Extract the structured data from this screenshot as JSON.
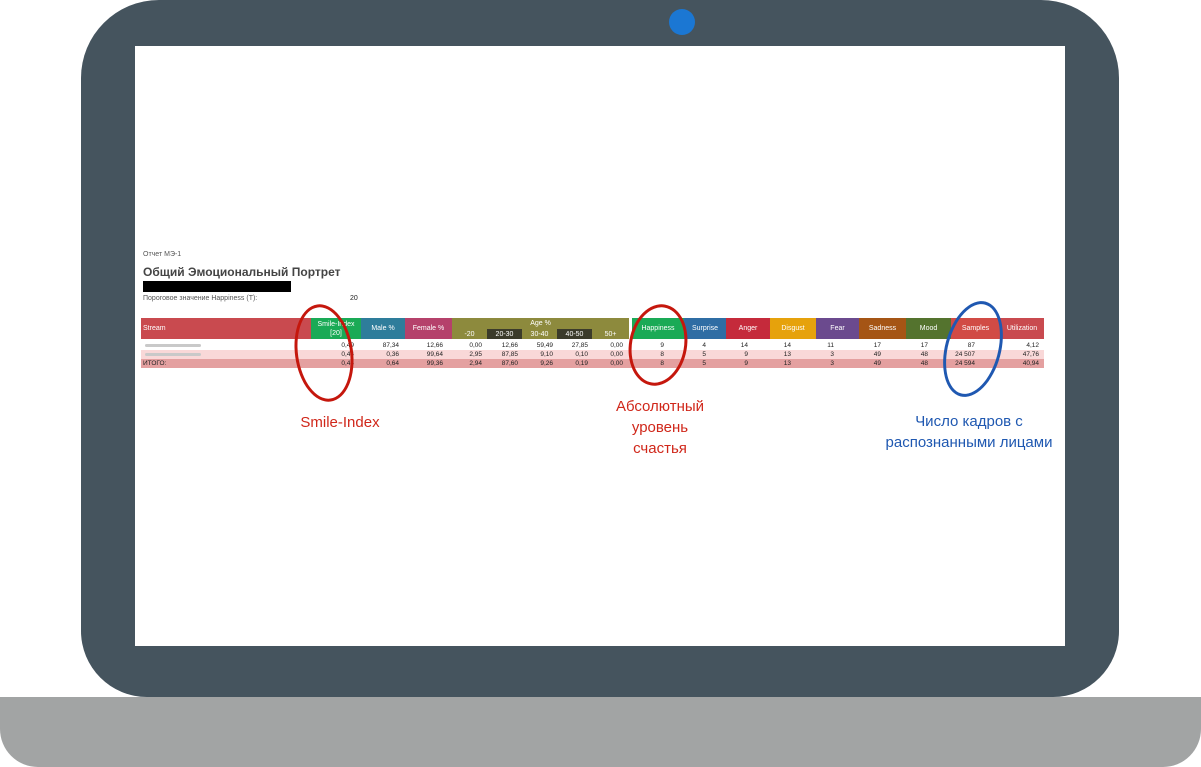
{
  "report": {
    "label": "Отчет МЭ-1",
    "title": "Общий Эмоциональный Портрет",
    "threshold_label": "Пороговое значение Happiness (T):",
    "threshold_value": "20"
  },
  "colors": {
    "bezel": "#45545e",
    "camera": "#1b77d3",
    "red_ann": "#d0271a",
    "blue_ann": "#1f58b1"
  },
  "table": {
    "headers": {
      "stream": "Stream",
      "smile_index": "Smile-Index",
      "smile_index_sub": "[20]",
      "male": "Male %",
      "female": "Female %",
      "age": "Age %",
      "age_groups": [
        "-20",
        "20-30",
        "30-40",
        "40-50",
        "50+"
      ],
      "happiness": "Happiness",
      "surprise": "Surprise",
      "anger": "Anger",
      "disgust": "Disgust",
      "fear": "Fear",
      "sadness": "Sadness",
      "mood": "Mood",
      "samples": "Samples",
      "utilization": "Utilization"
    },
    "rows": [
      {
        "stream": "",
        "values": [
          "0,49",
          "87,34",
          "12,66",
          "0,00",
          "12,66",
          "59,49",
          "27,85",
          "0,00",
          "9",
          "4",
          "14",
          "14",
          "11",
          "17",
          "17",
          "87",
          "4,12"
        ]
      },
      {
        "stream": "",
        "values": [
          "0,44",
          "0,36",
          "99,64",
          "2,95",
          "87,85",
          "9,10",
          "0,10",
          "0,00",
          "8",
          "5",
          "9",
          "13",
          "3",
          "49",
          "48",
          "24 507",
          "47,76"
        ]
      },
      {
        "stream": "ИТОГО:",
        "values": [
          "0,44",
          "0,64",
          "99,36",
          "2,94",
          "87,60",
          "9,26",
          "0,19",
          "0,00",
          "8",
          "5",
          "9",
          "13",
          "3",
          "49",
          "48",
          "24 594",
          "40,94"
        ]
      }
    ]
  },
  "annotations": {
    "smile": "Smile-Index",
    "happiness_line1": "Абсолютный",
    "happiness_line2": "уровень",
    "happiness_line3": "счастья",
    "samples_line1": "Число кадров с",
    "samples_line2": "распознанными лицами"
  }
}
